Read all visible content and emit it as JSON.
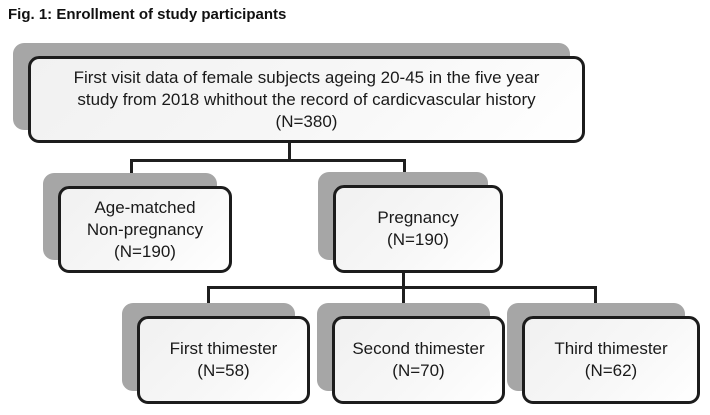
{
  "figure": {
    "title": "Fig. 1: Enrollment of study participants"
  },
  "nodes": {
    "root": {
      "lines": [
        "First visit data of female subjects ageing 20-45 in the five year",
        "study from 2018 whithout the record of cardicvascular history",
        "(N=380)"
      ]
    },
    "non_pregnancy": {
      "lines": [
        "Age-matched",
        "Non-pregnancy",
        "(N=190)"
      ]
    },
    "pregnancy": {
      "lines": [
        "Pregnancy",
        "(N=190)"
      ]
    },
    "first_trimester": {
      "lines": [
        "First thimester",
        "(N=58)"
      ]
    },
    "second_trimester": {
      "lines": [
        "Second thimester",
        "(N=70)"
      ]
    },
    "third_trimester": {
      "lines": [
        "Third thimester",
        "(N=62)"
      ]
    }
  },
  "colors": {
    "card_shadow": "#a6a6a6",
    "card_border": "#1c1c1c",
    "card_fill_top": "#f1f1f1",
    "card_fill_bottom": "#ffffff",
    "connector": "#1f1f1f",
    "text": "#1a1a1a",
    "background": "#ffffff"
  }
}
